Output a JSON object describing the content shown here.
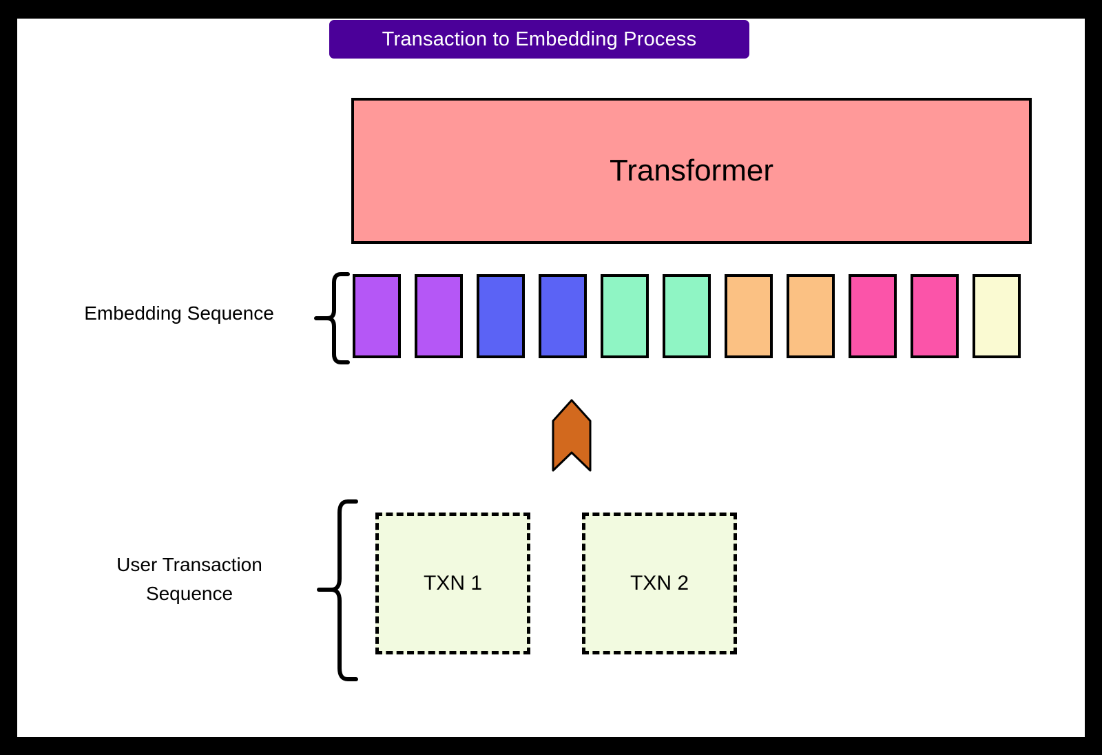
{
  "title": {
    "text": "Transaction to Embedding Process",
    "banner_color": "#4B0099",
    "text_color": "#ffffff"
  },
  "transformer": {
    "label": "Transformer",
    "fill": "#FF9999",
    "stroke": "#000000"
  },
  "embedding_sequence": {
    "label": "Embedding Sequence",
    "brace_icon": "left-curly-brace-icon",
    "blocks": [
      {
        "index": 1,
        "color": "#B557F6",
        "group": "purple"
      },
      {
        "index": 2,
        "color": "#B557F6",
        "group": "purple"
      },
      {
        "index": 3,
        "color": "#5B63F5",
        "group": "blue"
      },
      {
        "index": 4,
        "color": "#5B63F5",
        "group": "blue"
      },
      {
        "index": 5,
        "color": "#8FF5C4",
        "group": "mint"
      },
      {
        "index": 6,
        "color": "#8FF5C4",
        "group": "mint"
      },
      {
        "index": 7,
        "color": "#FBC183",
        "group": "orange"
      },
      {
        "index": 8,
        "color": "#FBC183",
        "group": "orange"
      },
      {
        "index": 9,
        "color": "#FB54A9",
        "group": "pink"
      },
      {
        "index": 10,
        "color": "#FB54A9",
        "group": "pink"
      },
      {
        "index": 11,
        "color": "#FAFAD2",
        "group": "pale-yellow"
      }
    ]
  },
  "flow_arrow": {
    "icon": "up-chevron-arrow-icon",
    "fill": "#D2691E",
    "stroke": "#000000",
    "direction": "up"
  },
  "user_transaction_sequence": {
    "label_line1": "User Transaction",
    "label_line2": "Sequence",
    "brace_icon": "left-curly-brace-icon",
    "transactions": [
      {
        "label": "TXN 1",
        "fill": "#F2FAE0",
        "stroke": "#000000",
        "border_style": "dashed"
      },
      {
        "label": "TXN 2",
        "fill": "#F2FAE0",
        "stroke": "#000000",
        "border_style": "dashed"
      }
    ]
  },
  "frame": {
    "border_color": "#000000",
    "page_background": "#ffffff"
  }
}
